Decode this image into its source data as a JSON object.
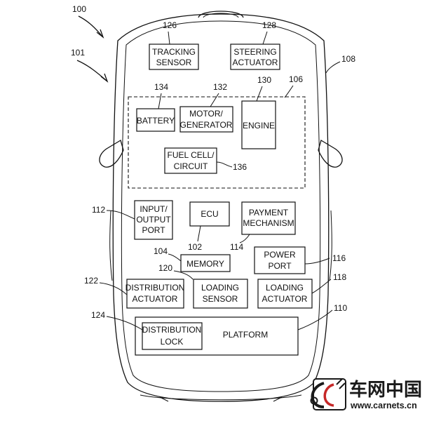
{
  "figure": {
    "refs": {
      "vehicle_system": "100",
      "vehicle": "101",
      "tracking_sensor": "126",
      "steering_actuator": "128",
      "body": "108",
      "engine": "130",
      "motor_generator": "132",
      "battery": "134",
      "powertrain_group": "106",
      "fuel_cell": "136",
      "io_port": "112",
      "ecu": "102",
      "payment": "114",
      "memory": "104",
      "power_port": "116",
      "loading_sensor": "120",
      "distribution_actuator": "122",
      "loading_actuator": "118",
      "distribution_lock": "124",
      "platform": "110"
    },
    "labels": {
      "tracking_sensor": [
        "TRACKING",
        "SENSOR"
      ],
      "steering_actuator": [
        "STEERING",
        "ACTUATOR"
      ],
      "battery": [
        "BATTERY"
      ],
      "motor_generator": [
        "MOTOR/",
        "GENERATOR"
      ],
      "engine": [
        "ENGINE"
      ],
      "fuel_cell": [
        "FUEL CELL/",
        "CIRCUIT"
      ],
      "io_port": [
        "INPUT/",
        "OUTPUT",
        "PORT"
      ],
      "ecu": [
        "ECU"
      ],
      "payment": [
        "PAYMENT",
        "MECHANISM"
      ],
      "memory": [
        "MEMORY"
      ],
      "power_port": [
        "POWER",
        "PORT"
      ],
      "distribution_actuator": [
        "DISTRIBUTION",
        "ACTUATOR"
      ],
      "loading_sensor": [
        "LOADING",
        "SENSOR"
      ],
      "loading_actuator": [
        "LOADING",
        "ACTUATOR"
      ],
      "distribution_lock": [
        "DISTRIBUTION",
        "LOCK"
      ],
      "platform": [
        "PLATFORM"
      ]
    }
  },
  "watermark": {
    "site_name": "车网中国",
    "url": "www.carnets.cn"
  }
}
